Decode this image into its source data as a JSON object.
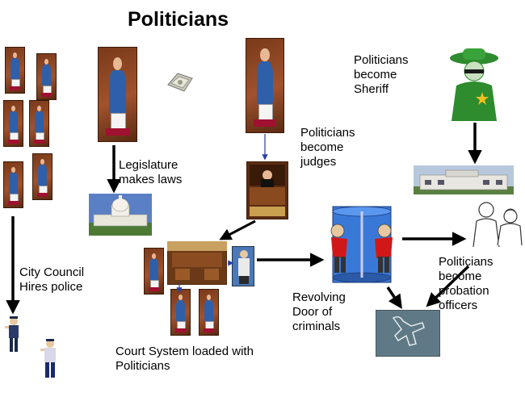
{
  "title": "Politicians",
  "labels": {
    "legislature": "Legislature\nmakes laws",
    "judges": "Politicians\nbecome\njudges",
    "sheriff": "Politicians\nbecome\nSheriff",
    "city_council": "City Council\nHires police",
    "revolving": "Revolving\nDoor of\ncriminals",
    "probation": "Politicians\nbecome\nprobation\nofficers",
    "court": "Court System loaded with\nPoliticians"
  },
  "colors": {
    "arrow": "#000000",
    "thin_arrow": "#2a3fa0",
    "sheriff_green": "#2e8b2e",
    "door_blue": "#3a78d8",
    "criminal_red": "#d01818"
  }
}
